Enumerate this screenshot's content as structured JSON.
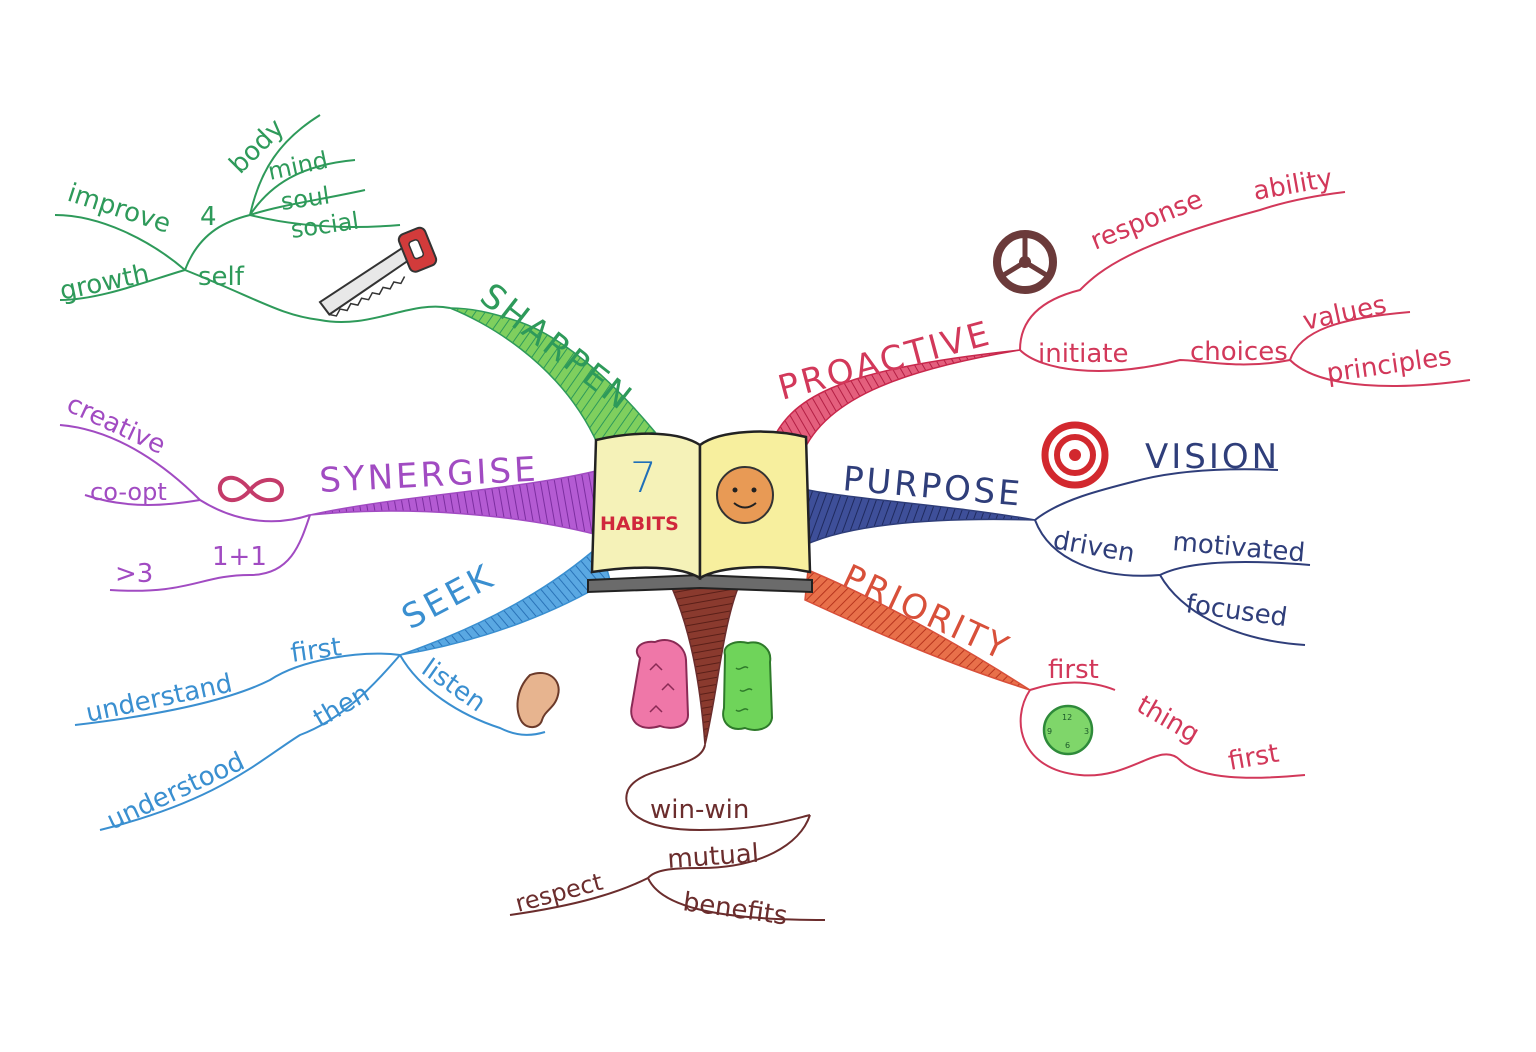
{
  "center": {
    "number": "7",
    "label": "HABITS"
  },
  "colors": {
    "sharpen": "#2e9a5a",
    "proactive": "#d2385a",
    "purpose": "#2f3e7a",
    "priority": "#d8503a",
    "synergise": "#a14bc2",
    "seek": "#3a8fd0",
    "winwin": "#6b2d2d"
  },
  "icons": [
    "saw-icon",
    "steering-wheel-icon",
    "target-icon",
    "infinity-icon",
    "ear-icon",
    "brain-left-icon",
    "brain-right-icon",
    "clock-icon",
    "smiley-face-icon"
  ],
  "sharpen": {
    "title": "SHARPEN",
    "self": "self",
    "improve": "improve",
    "growth": "growth",
    "four": "4",
    "body": "body",
    "mind": "mind",
    "soul": "soul",
    "social": "social"
  },
  "proactive": {
    "title": "PROACTIVE",
    "response": "response",
    "ability": "ability",
    "initiate": "initiate",
    "choices": "choices",
    "values": "values",
    "principles": "principles"
  },
  "purpose": {
    "title": "PURPOSE",
    "vision": "VISION",
    "driven": "driven",
    "motivated": "motivated",
    "focused": "focused"
  },
  "priority": {
    "title": "PRIORITY",
    "first": "first",
    "thing": "thing",
    "first2": "first"
  },
  "synergise": {
    "title": "SYNERGISE",
    "creative": "creative",
    "coopt": "co-opt",
    "gt3": ">3",
    "oneplusone": "1+1"
  },
  "seek": {
    "title": "SEEK",
    "first": "first",
    "understand": "understand",
    "then": "then",
    "understood": "understood",
    "listen": "listen"
  },
  "winwin": {
    "title": "win-win",
    "mutual": "mutual",
    "respect": "respect",
    "benefits": "benefits"
  }
}
